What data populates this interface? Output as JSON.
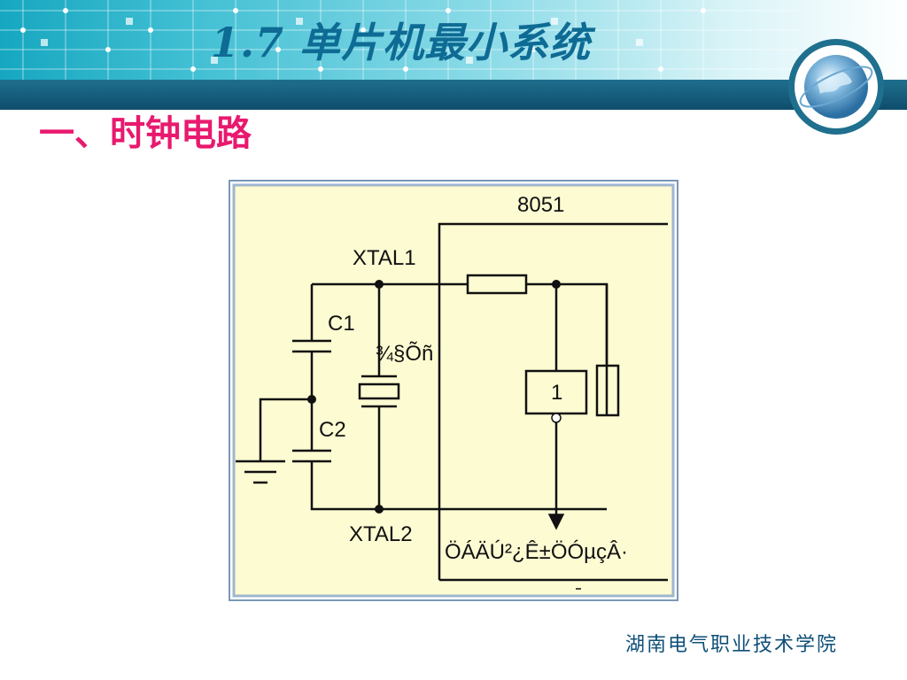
{
  "slide": {
    "title": "1.7   单片机最小系统",
    "section_heading": "一、时钟电路",
    "footer": "湖南电气职业技术学院"
  },
  "colors": {
    "title": "#0e6b94",
    "heading": "#e8196e",
    "diagram_background": "#fdfbd2",
    "header_bar": "#14587a"
  },
  "icons": {
    "logo": "globe-icon"
  },
  "diagram": {
    "labels": {
      "chip": "8051",
      "xtal1": "XTAL1",
      "xtal2": "XTAL2",
      "c1": "C1",
      "c2": "C2",
      "crystal": "¾§Õñ",
      "inverter": "1",
      "bottom": "ÖÁÄÚ²¿Ê±ÖÓµçÂ·"
    }
  }
}
